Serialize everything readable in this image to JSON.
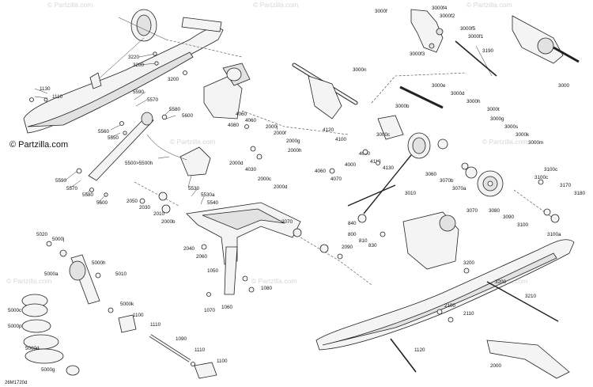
{
  "credit": "© Partzilla.com",
  "watermark": "© Partzilla.com",
  "diagram_code": "26M1720d",
  "callouts": [
    "3220",
    "3200",
    "3200",
    "1130",
    "1110",
    "5590",
    "5570",
    "5580",
    "5600",
    "5560",
    "5550",
    "5500>5500h",
    "5590",
    "5570",
    "5580",
    "5600",
    "5530",
    "5530a",
    "5540",
    "4060",
    "4080",
    "4060",
    "2000j",
    "2000f",
    "2000g",
    "2000h",
    "2000d",
    "4030",
    "2000c",
    "2000d",
    "3000n",
    "4120",
    "4100",
    "4090",
    "4110",
    "4130",
    "3000c",
    "4000",
    "4060",
    "4070",
    "3000f",
    "3000f4",
    "3000f2",
    "3000f5",
    "3000f1",
    "3000f3",
    "3190",
    "3000",
    "3000e",
    "3000d",
    "3000h",
    "3000b",
    "3000t",
    "3000g",
    "3000s",
    "3000k",
    "3000m",
    "3060",
    "3070b",
    "3070a",
    "3010",
    "3070",
    "3080",
    "3090",
    "3100c",
    "3100c",
    "3170",
    "3180",
    "3100",
    "3100a",
    "2050",
    "2030",
    "2010",
    "2000b",
    "2070",
    "2040",
    "2060",
    "840",
    "800",
    "810",
    "830",
    "2090",
    "5020",
    "5000j",
    "5000a",
    "5000h",
    "5010",
    "5000c",
    "5000p",
    "5000d",
    "5000g",
    "5000k",
    "1100",
    "1050",
    "1060",
    "1080",
    "1070",
    "1110",
    "1090",
    "1110",
    "1100",
    "3200",
    "3200",
    "3210",
    "2100",
    "2110",
    "1120",
    "2000"
  ]
}
